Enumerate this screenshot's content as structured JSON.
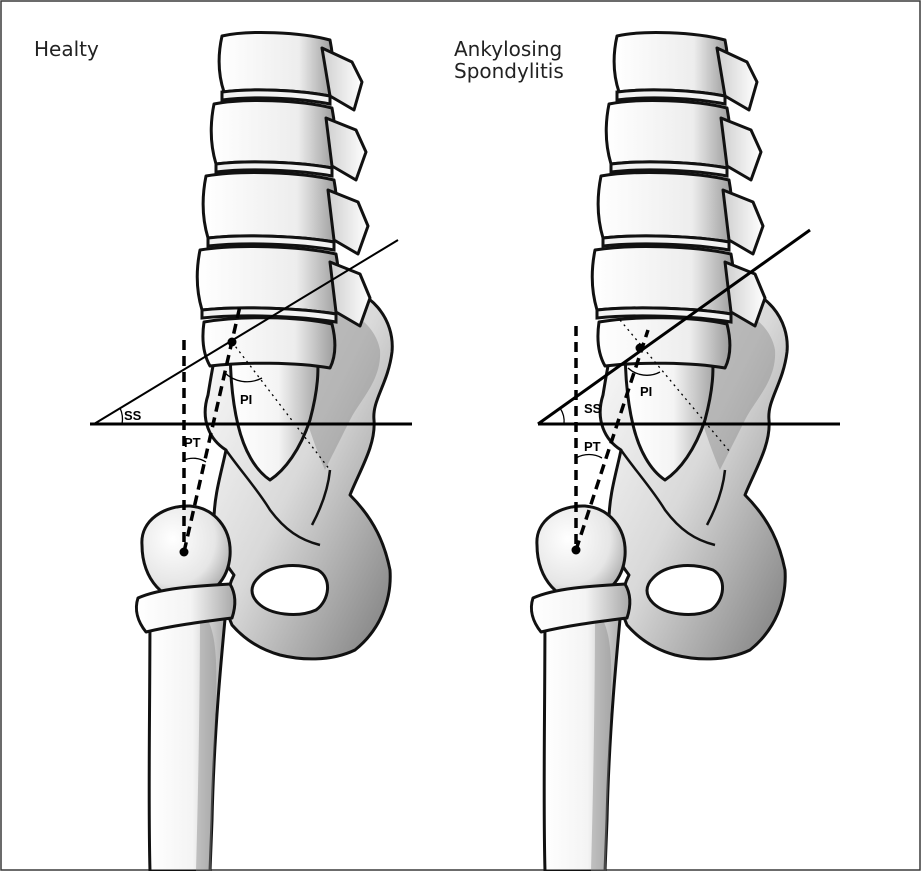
{
  "panels": [
    {
      "title_lines": [
        "Healty"
      ],
      "labels": {
        "ss": "SS",
        "pi": "PI",
        "pt": "PT"
      }
    },
    {
      "title_lines": [
        "Ankylosing",
        "Spondylitis"
      ],
      "labels": {
        "ss": "SS",
        "pi": "PI",
        "pt": "PT"
      }
    }
  ],
  "colors": {
    "outline": "#111111",
    "bone_light": "#ffffff",
    "bone_shadow": "#9a9a9a",
    "frame": "#3a3a3a"
  }
}
